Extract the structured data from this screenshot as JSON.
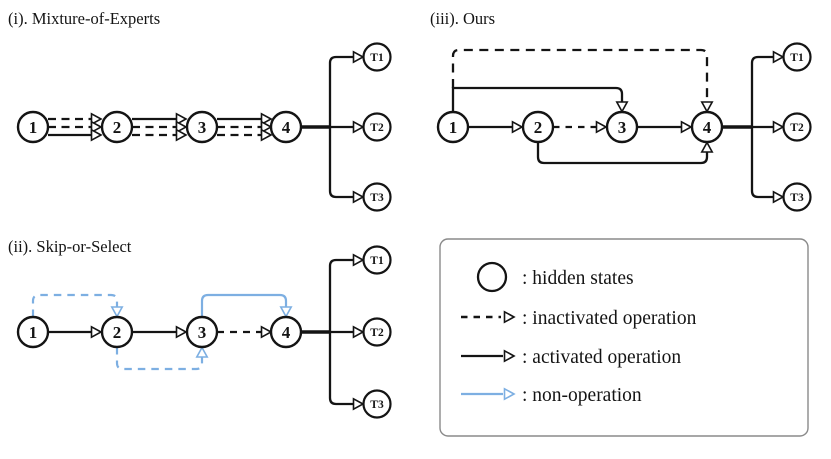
{
  "colors": {
    "line_black": "#141414",
    "non_operation_blue": "#7dafe2",
    "legend_border": "#8a8a8a",
    "background": "#ffffff"
  },
  "panels": {
    "moe": {
      "title": "(i). Mixture-of-Experts",
      "nodes": [
        "1",
        "2",
        "3",
        "4"
      ],
      "tasks": [
        "T1",
        "T2",
        "T3"
      ],
      "edges": "three parallel operations per layer, mixed activated (solid) and inactivated (dashed)"
    },
    "skip_or_select": {
      "title": "(ii). Skip-or-Select",
      "nodes": [
        "1",
        "2",
        "3",
        "4"
      ],
      "tasks": [
        "T1",
        "T2",
        "T3"
      ],
      "edges": "sequential operations with blue non-operation skip arcs (1-2 dashed, 2-3 dashed, 3-4 solid)"
    },
    "ours": {
      "title": "(iii). Ours",
      "nodes": [
        "1",
        "2",
        "3",
        "4"
      ],
      "tasks": [
        "T1",
        "T2",
        "T3"
      ],
      "edges": "sequential plus skip connections: 1-3 solid, 1-4 dashed, 2-4 solid, 2-3 dashed"
    }
  },
  "legend": {
    "items": [
      {
        "icon": "hidden-state-circle-icon",
        "label": ": hidden states"
      },
      {
        "icon": "dashed-arrow-icon",
        "label": ": inactivated operation"
      },
      {
        "icon": "solid-arrow-icon",
        "label": ": activated operation"
      },
      {
        "icon": "blue-arrow-icon",
        "label": ": non-operation"
      }
    ]
  }
}
